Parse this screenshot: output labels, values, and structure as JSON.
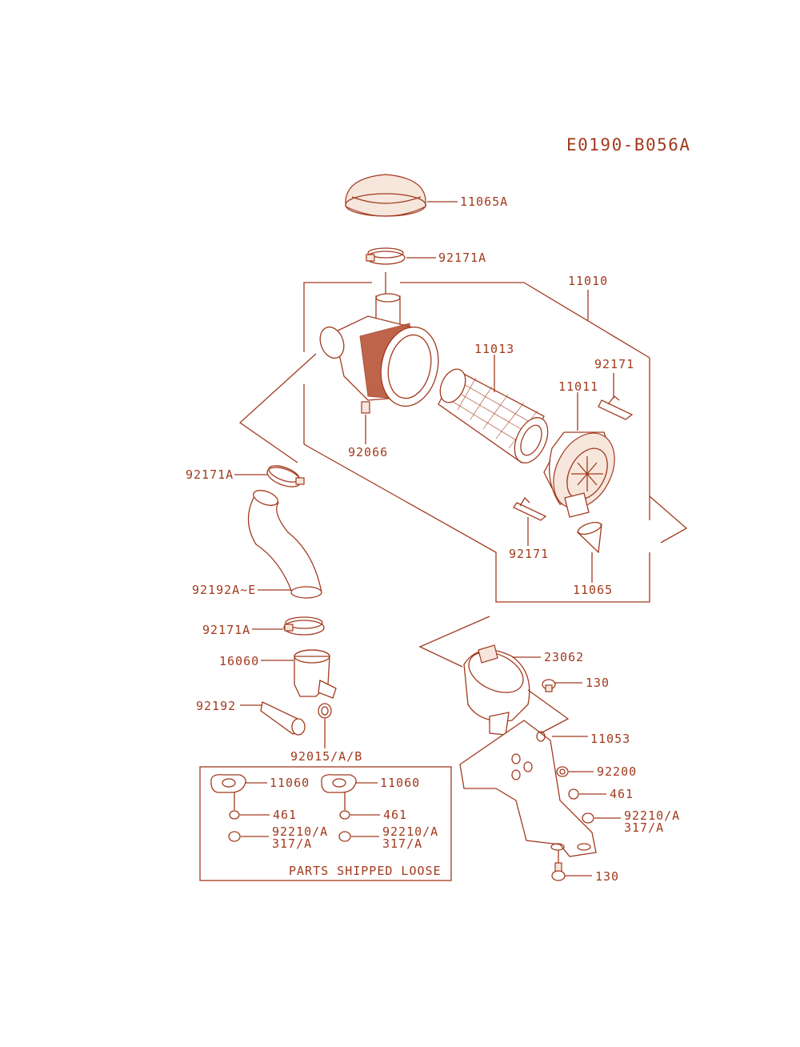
{
  "diagram_code": "E0190-B056A",
  "colors": {
    "line": "#a23a1e",
    "background": "#ffffff"
  },
  "labels": {
    "p11065A": "11065A",
    "p92171A_top": "92171A",
    "p11010": "11010",
    "p11013": "11013",
    "p92171_upper": "92171",
    "p11011": "11011",
    "p92066": "92066",
    "p92171A_hose": "92171A",
    "p92171_lower": "92171",
    "p11065": "11065",
    "p92192AE": "92192A~E",
    "p92171A_lower": "92171A",
    "p16060": "16060",
    "p23062": "23062",
    "p130_upper": "130",
    "p92192": "92192",
    "p11053": "11053",
    "p92015": "92015/A/B",
    "p92200": "92200",
    "p461_right": "461",
    "p92210_right": "92210/A",
    "p317_right": "317/A",
    "p130_lower": "130"
  },
  "loose_box": {
    "caption": "PARTS SHIPPED LOOSE",
    "left": {
      "p11060": "11060",
      "p461": "461",
      "p92210": "92210/A",
      "p317": "317/A"
    },
    "right": {
      "p11060": "11060",
      "p461": "461",
      "p92210": "92210/A",
      "p317": "317/A"
    }
  }
}
